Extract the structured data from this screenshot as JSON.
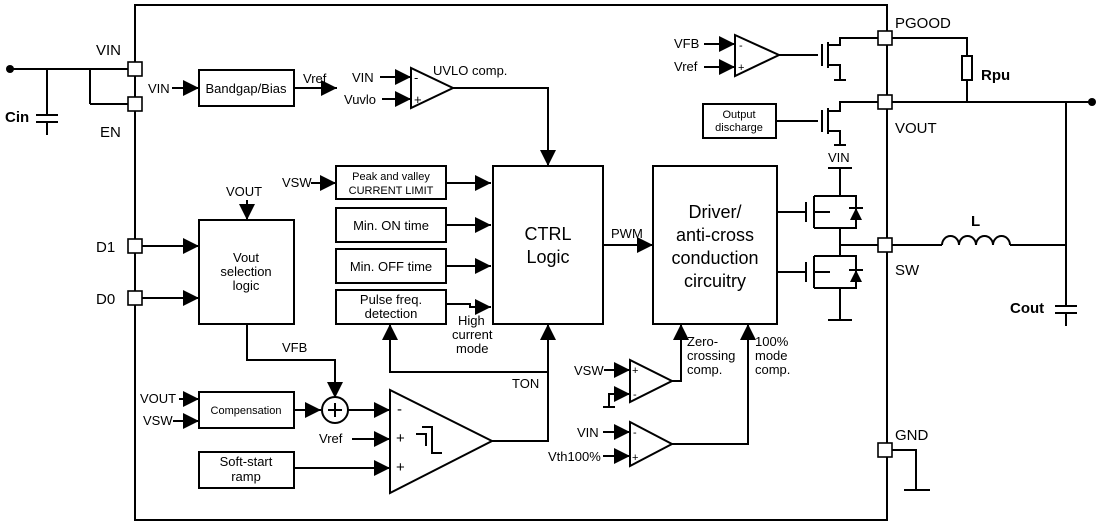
{
  "pins": {
    "vin": "VIN",
    "en": "EN",
    "d1": "D1",
    "d0": "D0",
    "pgood": "PGOOD",
    "vout": "VOUT",
    "sw": "SW",
    "gnd": "GND"
  },
  "components": {
    "cin": "Cin",
    "rpu": "Rpu",
    "inductor": "L",
    "cout": "Cout"
  },
  "blocks": {
    "bandgap": "Bandgap/Bias",
    "current_limit_1": "Peak and valley",
    "current_limit_2": "CURRENT LIMIT",
    "min_on": "Min. ON time",
    "min_off": "Min. OFF time",
    "pulse_freq_1": "Pulse freq.",
    "pulse_freq_2": "detection",
    "ctrl_1": "CTRL",
    "ctrl_2": "Logic",
    "driver_1": "Driver/",
    "driver_2": "anti-cross",
    "driver_3": "conduction",
    "driver_4": "circuitry",
    "vout_sel_1": "Vout",
    "vout_sel_2": "selection",
    "vout_sel_3": "logic",
    "compensation": "Compensation",
    "softstart_1": "Soft-start",
    "softstart_2": "ramp",
    "output_discharge_1": "Output",
    "output_discharge_2": "discharge"
  },
  "signals": {
    "vin_bandgap": "VIN",
    "vref_out": "Vref",
    "uvlo_vin": "VIN",
    "uvlo_vuvlo": "Vuvlo",
    "uvlo_comp": "UVLO comp.",
    "pg_vfb": "VFB",
    "pg_vref": "Vref",
    "vsw_cl": "VSW",
    "vout_sel_in": "VOUT",
    "vfb": "VFB",
    "high_current_1": "High",
    "high_current_2": "current",
    "high_current_3": "mode",
    "pwm": "PWM",
    "ton": "TON",
    "vin_driver": "VIN",
    "comp_vout": "VOUT",
    "comp_vsw": "VSW",
    "error_vref": "Vref",
    "zc_vsw": "VSW",
    "zero_crossing_1": "Zero-",
    "zero_crossing_2": "crossing",
    "zero_crossing_3": "comp.",
    "m100_vin": "VIN",
    "m100_vth": "Vth100%",
    "mode100_1": "100%",
    "mode100_2": "mode",
    "mode100_3": "comp."
  },
  "symbols": {
    "minus": "-",
    "plus": "+"
  }
}
